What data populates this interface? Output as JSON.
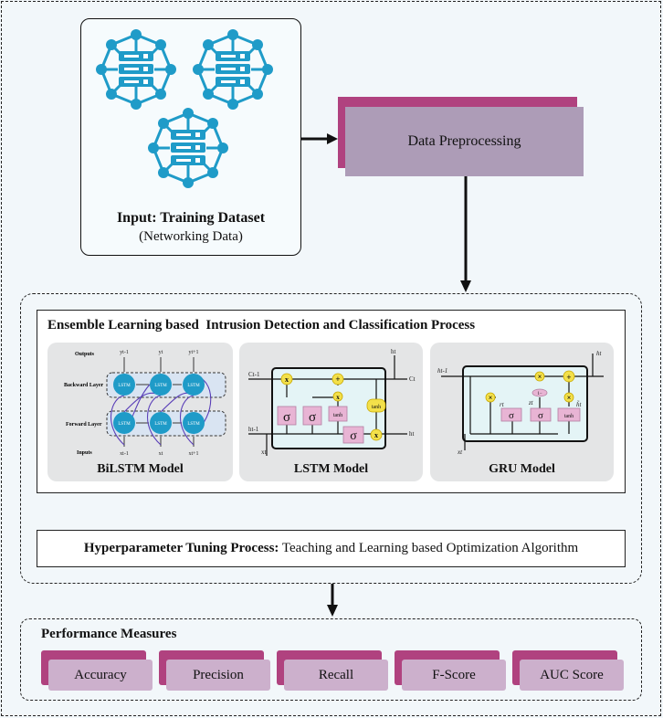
{
  "input": {
    "title": "Input: Training Dataset",
    "subtitle": "(Networking Data)",
    "icon": "network-database-icon",
    "icon_color": "#1f9bc8"
  },
  "preprocessing": {
    "label": "Data Preprocessing"
  },
  "ensemble": {
    "title": "Ensemble Learning based  Intrusion Detection and Classification Process",
    "models": [
      {
        "label": "BiLSTM Model"
      },
      {
        "label": "LSTM Model"
      },
      {
        "label": "GRU Model"
      }
    ],
    "bilstm": {
      "outputs": "Outputs",
      "backward": "Backward Layer",
      "forward": "Forward Layer",
      "inputs": "Inputs",
      "cell": "LSTM",
      "y": [
        "yt-1",
        "yt",
        "yt+1"
      ],
      "x": [
        "xt-1",
        "xt",
        "xt+1"
      ]
    },
    "lstm": {
      "c_prev": "Ct-1",
      "c_next": "Ct",
      "h_prev": "ht-1",
      "h_next": "ht",
      "h_out": "ht",
      "x_in": "xt",
      "sigma": "σ",
      "tanh": "tanh",
      "times": "x",
      "plus": "+"
    },
    "gru": {
      "h_prev": "ht-1",
      "h_out": "ht",
      "x_in": "xt",
      "r": "rt",
      "z": "zt",
      "h_tilde": "h̃t",
      "one_minus": "1−",
      "sigma": "σ",
      "tanh": "tanh",
      "times": "×",
      "plus": "+"
    }
  },
  "hyperparameter": {
    "label": "Hyperparameter Tuning Process:",
    "text": " Teaching and Learning based Optimization Algorithm"
  },
  "performance": {
    "title": "Performance Measures",
    "measures": [
      "Accuracy",
      "Precision",
      "Recall",
      "F-Score",
      "AUC Score"
    ]
  },
  "colors": {
    "magenta": "#b0427f",
    "mauve": "#ad9cb7",
    "light_mauve": "#ccb0cc",
    "cyan": "#1f9bc8",
    "background": "#f2f7fa",
    "gate_yellow": "#f3e04a",
    "gate_pink": "#e8b4d4"
  }
}
